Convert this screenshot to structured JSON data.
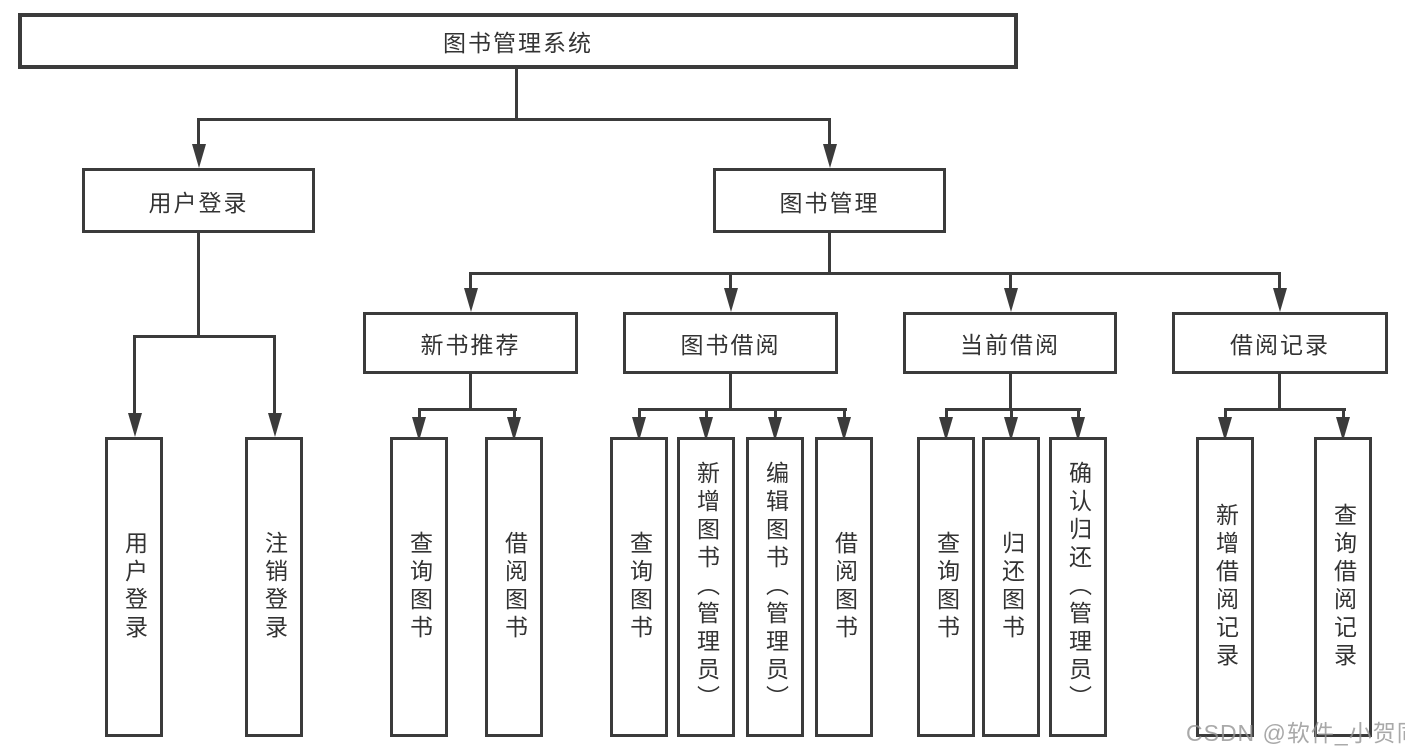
{
  "diagram": {
    "nodes": {
      "root": "图书管理系统",
      "user_login": "用户登录",
      "book_mgmt": "图书管理",
      "new_book_rec": "新书推荐",
      "book_borrow": "图书借阅",
      "current_borrow": "当前借阅",
      "borrow_records": "借阅记录",
      "leaf_user_login": "用户登录",
      "leaf_logout": "注销登录",
      "leaf_nb_query": "查询图书",
      "leaf_nb_borrow": "借阅图书",
      "leaf_bb_query": "查询图书",
      "leaf_bb_add": "新增图书（管理员）",
      "leaf_bb_edit": "编辑图书（管理员）",
      "leaf_bb_borrow": "借阅图书",
      "leaf_cb_query": "查询图书",
      "leaf_cb_return": "归还图书",
      "leaf_cb_confirm": "确认归还（管理员）",
      "leaf_br_add": "新增借阅记录",
      "leaf_br_query": "查询借阅记录"
    },
    "colors": {
      "line": "#3b3b3b",
      "text": "#333333",
      "watermark": "#949494",
      "background": "#ffffff"
    },
    "watermark": "CSDN @软件_小贺同学"
  }
}
